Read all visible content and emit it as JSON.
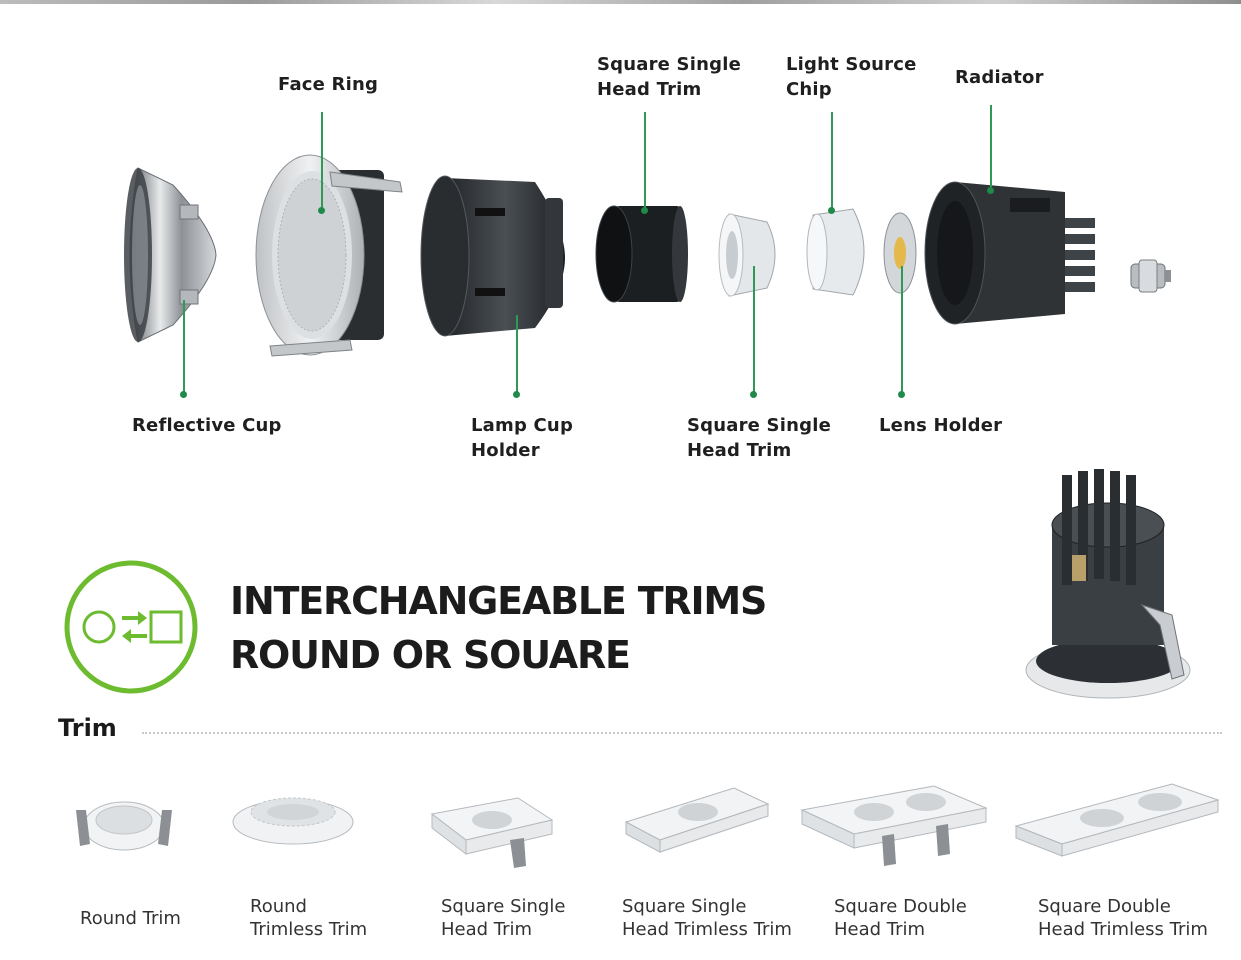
{
  "component_labels": {
    "face_ring": "Face Ring",
    "square_single_head_trim_top": "Square Single\nHead Trim",
    "light_source_chip": "Light Source\nChip",
    "radiator": "Radiator",
    "reflective_cup": "Reflective Cup",
    "lamp_cup_holder": "Lamp Cup\nHolder",
    "square_single_head_trim_bottom": "Square Single\nHead Trim",
    "lens_holder": "Lens Holder"
  },
  "headline": {
    "line1": "INTERCHANGEABLE TRIMS",
    "line2": "ROUND OR SOUARE"
  },
  "trim_section": {
    "title": "Trim",
    "items": [
      {
        "label": "Round Trim"
      },
      {
        "label": "Round\nTrimless Trim"
      },
      {
        "label": "Square Single\nHead Trim"
      },
      {
        "label": "Square Single\nHead Trimless Trim"
      },
      {
        "label": "Square Double\nHead Trim"
      },
      {
        "label": "Square Double\nHead Trimless Trim"
      }
    ]
  },
  "colors": {
    "accent_green": "#6dbb2f",
    "leader_green": "#2e9a55",
    "dark_part": "#2f3336",
    "silver": "#c9ccd0"
  },
  "icons": [
    "circle-to-square-swap-icon"
  ]
}
